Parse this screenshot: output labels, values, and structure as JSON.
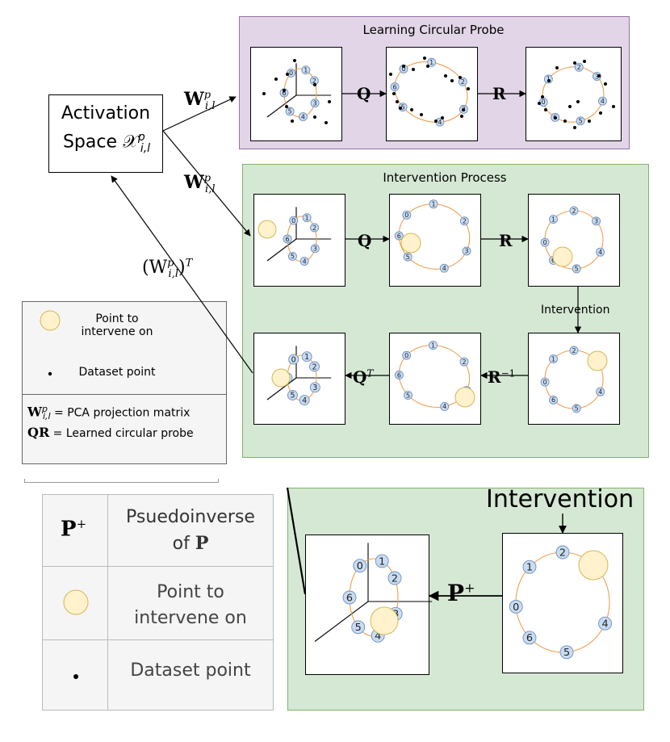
{
  "activation": {
    "line1": "Activation",
    "line2": "Space 𝒳",
    "sup": "p",
    "sub": "i,l"
  },
  "probe_panel": {
    "title": "Learning Circular Probe",
    "q_label": "Q",
    "r_label": "R"
  },
  "intervention_panel": {
    "title": "Intervention Process",
    "q_label": "Q",
    "r_label": "R",
    "intervention_label": "Intervention",
    "qt_label": "Q",
    "qt_sup": "T",
    "rinv_label": "R",
    "rinv_sup": "−1"
  },
  "arrows": {
    "w1": "W",
    "w1_sup": "p",
    "w1_sub": "i,l",
    "w2": "W",
    "w2_sup": "p",
    "w2_sub": "i,l",
    "wt": "(W",
    "wt_sup": "p",
    "wt_sub": "i,l",
    "wt_close": ")",
    "wt_T": "T"
  },
  "legend": {
    "point_to_intervene": "Point to intervene on",
    "dataset_point": "Dataset point",
    "w_def_sym": "W",
    "w_def_sup": "p",
    "w_def_sub": "i,l",
    "w_def_text": " = PCA projection matrix",
    "qr_def_sym": "QR",
    "qr_def_text": " = Learned circular probe"
  },
  "table": {
    "p_plus": "P",
    "p_plus_sup": "+",
    "pseudoinverse_line1": "Psuedoinverse",
    "pseudoinverse_line2": "of ",
    "pseudoinverse_p": "P",
    "point_to_intervene": "Point to intervene on",
    "dataset_point": "Dataset point"
  },
  "zoom": {
    "intervention_label": "Intervention",
    "p_plus": "P",
    "p_plus_sup": "+"
  },
  "circle_labels": [
    "0",
    "1",
    "2",
    "3",
    "4",
    "5",
    "6"
  ],
  "colors": {
    "purple_fill": "#e1d5e7",
    "purple_border": "#9673a6",
    "green_fill": "#d5e8d4",
    "green_border": "#82b366",
    "node_fill": "#c9dcf2",
    "node_border": "#6c8ebf",
    "ring": "#f0a050",
    "yellow_fill": "#fff2cc",
    "yellow_border": "#d6b656"
  }
}
